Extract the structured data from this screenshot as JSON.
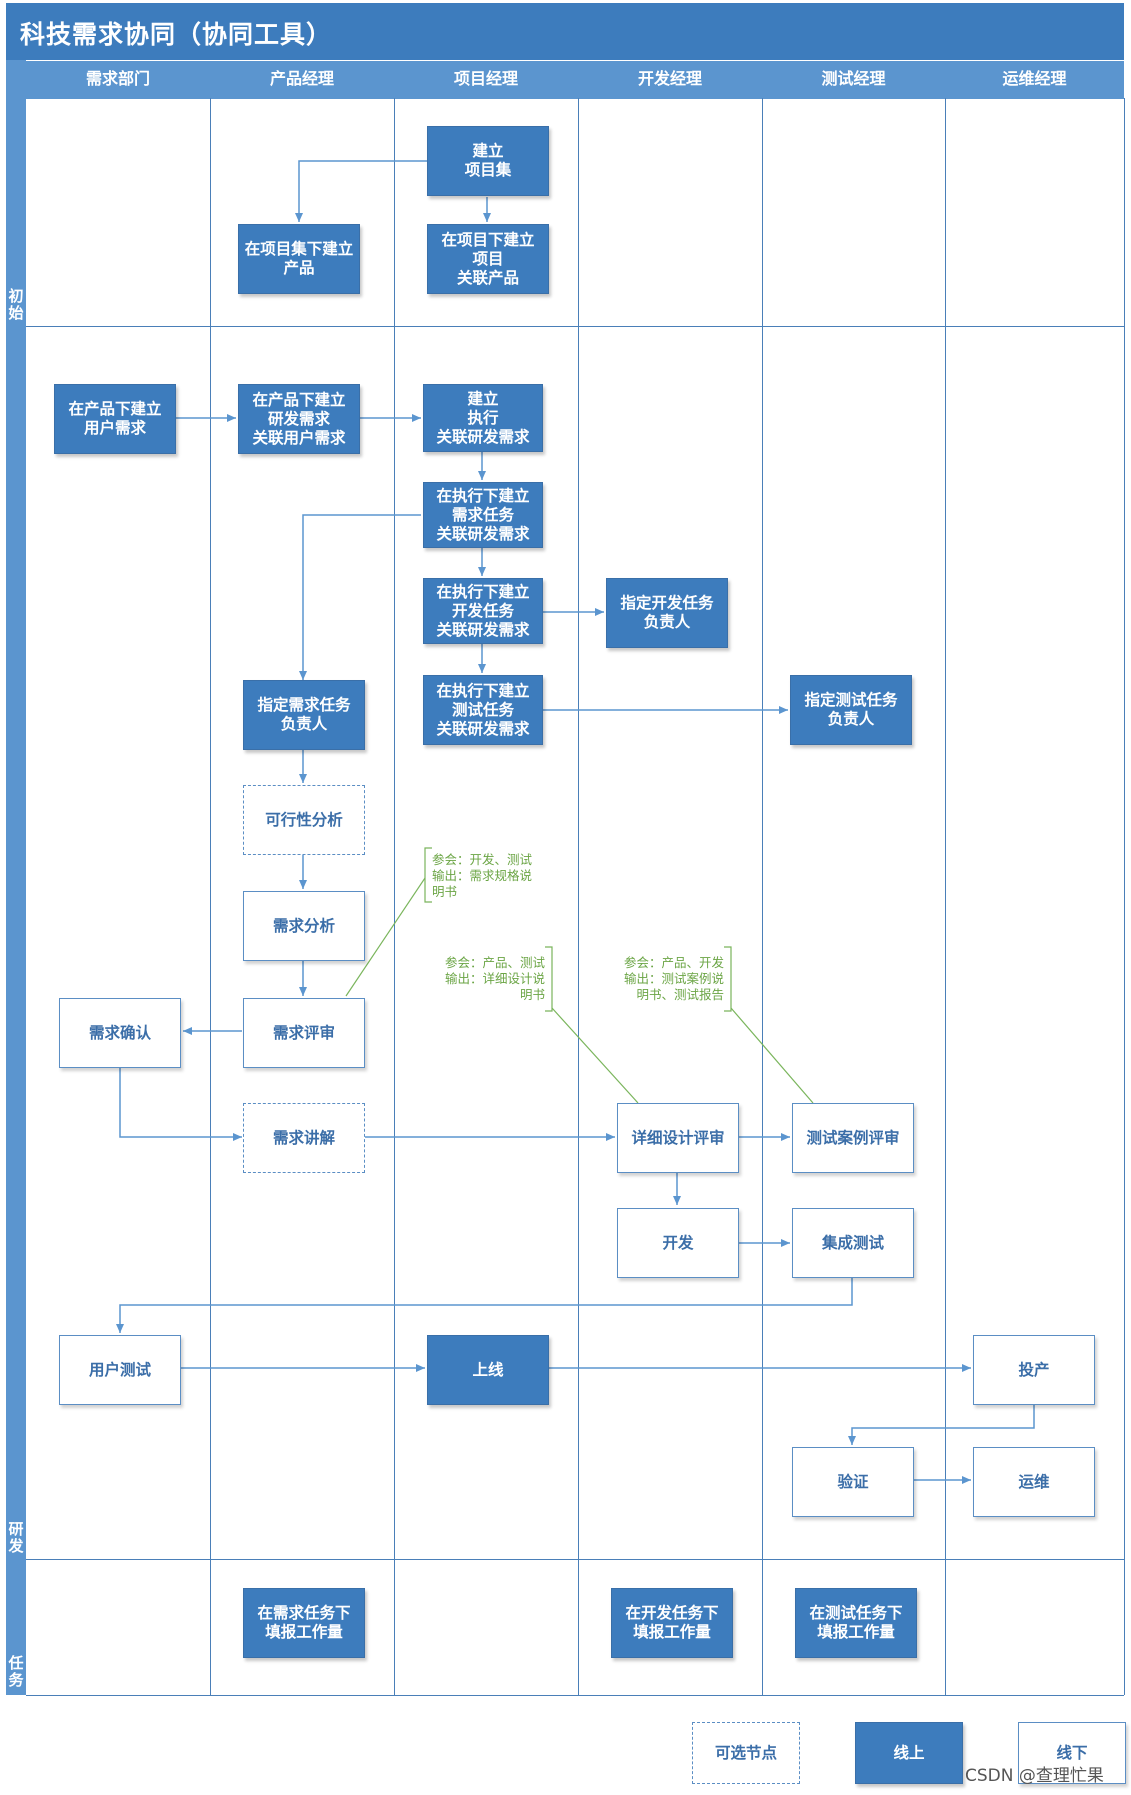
{
  "title": "科技需求协同（协同工具）",
  "columns": [
    "需求部门",
    "产品经理",
    "项目经理",
    "开发经理",
    "测试经理",
    "运维经理"
  ],
  "lanes": [
    "初始",
    "研发",
    "任务"
  ],
  "nodes": {
    "create_project_set": "建立\n项目集",
    "create_product": "在项目集下建立\n产品",
    "create_project": "在项目下建立\n项目\n关联产品",
    "user_requirement": "在产品下建立\n用户需求",
    "rd_requirement": "在产品下建立\n研发需求\n关联用户需求",
    "create_execution": "建立\n执行\n关联研发需求",
    "req_task": "在执行下建立\n需求任务\n关联研发需求",
    "dev_task": "在执行下建立\n开发任务\n关联研发需求",
    "assign_dev_owner": "指定开发任务\n负责人",
    "test_task": "在执行下建立\n测试任务\n关联研发需求",
    "assign_req_owner": "指定需求任务\n负责人",
    "assign_test_owner": "指定测试任务\n负责人",
    "feasibility": "可行性分析",
    "req_analysis": "需求分析",
    "req_review": "需求评审",
    "req_confirm": "需求确认",
    "req_briefing": "需求讲解",
    "design_review": "详细设计评审",
    "testcase_review": "测试案例评审",
    "develop": "开发",
    "integration_test": "集成测试",
    "user_test": "用户测试",
    "go_live": "上线",
    "production": "投产",
    "verify": "验证",
    "operations": "运维",
    "req_workload": "在需求任务下\n填报工作量",
    "dev_workload": "在开发任务下\n填报工作量",
    "test_workload": "在测试任务下\n填报工作量"
  },
  "notes": {
    "req_review_note": "参会：开发、测试\n输出：需求规格说\n明书",
    "design_note": "参会：产品、测试\n输出：详细设计说\n明书",
    "testcase_note": "参会：产品、开发\n输出：测试案例说\n明书、测试报告"
  },
  "legend": {
    "optional": "可选节点",
    "online": "线上",
    "offline": "线下"
  },
  "watermark": "CSDN @查理忙果",
  "colors": {
    "header_dark": "#3d7cbd",
    "header_light": "#5b95cf",
    "node_online": "#3d7cbd",
    "node_border": "#5b8ec4",
    "note_green": "#6ba545",
    "connector": "#5b95cf"
  }
}
